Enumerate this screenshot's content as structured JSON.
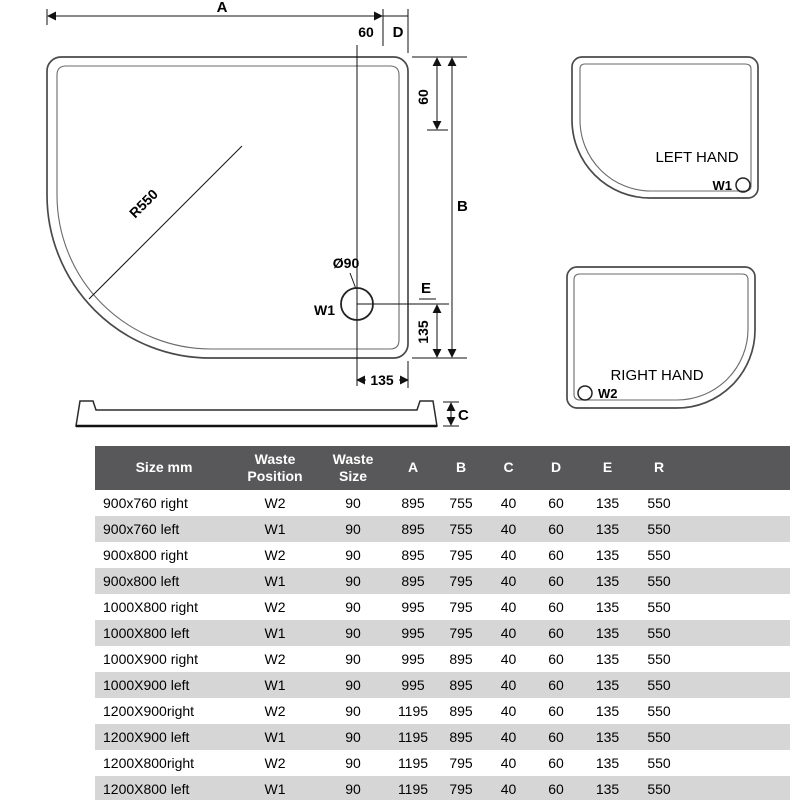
{
  "drawing": {
    "labels": {
      "a": "A",
      "top_60": "60",
      "d": "D",
      "right_60": "60",
      "b": "B",
      "e": "E",
      "right_135": "135",
      "bottom_135": "135",
      "radius": "R550",
      "waste_diameter": "Ø90",
      "waste": "W1",
      "c": "C"
    }
  },
  "panels": {
    "left_hand": {
      "title": "LEFT HAND",
      "waste": "W1"
    },
    "right_hand": {
      "title": "RIGHT HAND",
      "waste": "W2"
    }
  },
  "table": {
    "headers": [
      "Size mm",
      "Waste Position",
      "Waste Size",
      "A",
      "B",
      "C",
      "D",
      "E",
      "R"
    ],
    "rows": [
      [
        "900x760 right",
        "W2",
        "90",
        "895",
        "755",
        "40",
        "60",
        "135",
        "550"
      ],
      [
        "900x760 left",
        "W1",
        "90",
        "895",
        "755",
        "40",
        "60",
        "135",
        "550"
      ],
      [
        "900x800 right",
        "W2",
        "90",
        "895",
        "795",
        "40",
        "60",
        "135",
        "550"
      ],
      [
        "900x800 left",
        "W1",
        "90",
        "895",
        "795",
        "40",
        "60",
        "135",
        "550"
      ],
      [
        "1000X800 right",
        "W2",
        "90",
        "995",
        "795",
        "40",
        "60",
        "135",
        "550"
      ],
      [
        "1000X800 left",
        "W1",
        "90",
        "995",
        "795",
        "40",
        "60",
        "135",
        "550"
      ],
      [
        "1000X900 right",
        "W2",
        "90",
        "995",
        "895",
        "40",
        "60",
        "135",
        "550"
      ],
      [
        "1000X900 left",
        "W1",
        "90",
        "995",
        "895",
        "40",
        "60",
        "135",
        "550"
      ],
      [
        "1200X900right",
        "W2",
        "90",
        "1195",
        "895",
        "40",
        "60",
        "135",
        "550"
      ],
      [
        "1200X900 left",
        "W1",
        "90",
        "1195",
        "895",
        "40",
        "60",
        "135",
        "550"
      ],
      [
        "1200X800right",
        "W2",
        "90",
        "1195",
        "795",
        "40",
        "60",
        "135",
        "550"
      ],
      [
        "1200X800 left",
        "W1",
        "90",
        "1195",
        "795",
        "40",
        "60",
        "135",
        "550"
      ]
    ]
  },
  "colors": {
    "header_bg": "#58585a",
    "stripe": "#d6d6d6",
    "line": "#111111"
  }
}
